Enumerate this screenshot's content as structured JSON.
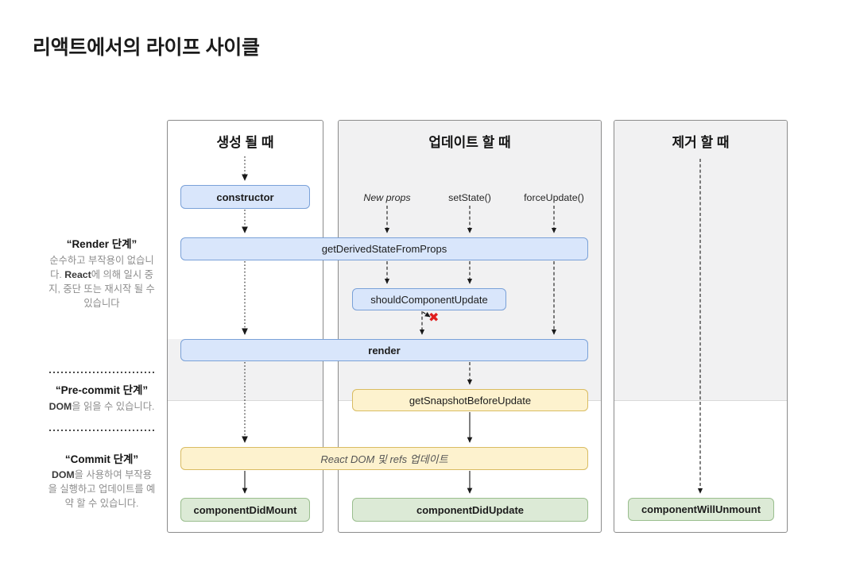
{
  "title": "리액트에서의 라이프 사이클",
  "columns": {
    "mount": {
      "header": "생성 될 때"
    },
    "update": {
      "header": "업데이트 할 때",
      "triggers": {
        "new_props": "New props",
        "set_state": "setState()",
        "force_update": "forceUpdate()"
      }
    },
    "unmount": {
      "header": "제거 할 때"
    }
  },
  "phases": {
    "render": {
      "label": "“Render 단계”",
      "desc_before": "순수하고 부작용이 없습니다. ",
      "desc_keyword": "React",
      "desc_after": "에 의해 일시 중지, 중단 또는 재시작 될 수 있습니다"
    },
    "pre_commit": {
      "label": "“Pre-commit 단계”",
      "desc_before": "",
      "desc_keyword": "DOM",
      "desc_after": "을 읽을 수 있습니다."
    },
    "commit": {
      "label": "“Commit 단계”",
      "desc_before": "",
      "desc_keyword": "DOM",
      "desc_after": "을 사용하여 부작용을 실행하고 업데이트를 예약 할 수 있습니다."
    }
  },
  "methods": {
    "constructor_method": "constructor",
    "get_derived_state_from_props": "getDerivedStateFromProps",
    "should_component_update": "shouldComponentUpdate",
    "render_method": "render",
    "get_snapshot_before_update": "getSnapshotBeforeUpdate",
    "react_dom_update": "React DOM 및 refs 업데이트",
    "component_did_mount": "componentDidMount",
    "component_did_update": "componentDidUpdate",
    "component_will_unmount": "componentWillUnmount"
  },
  "icons": {
    "reject_x": "✖"
  },
  "colors": {
    "method_fill": "#d9e6fb",
    "method_border": "#7aa1d8",
    "side_effect_fill": "#fdf2ce",
    "side_effect_border": "#d9bc62",
    "commit_fill": "#dcead6",
    "commit_border": "#9abe8e",
    "panel_shade": "#f1f1f2",
    "reject_x": "#df1d1d"
  }
}
